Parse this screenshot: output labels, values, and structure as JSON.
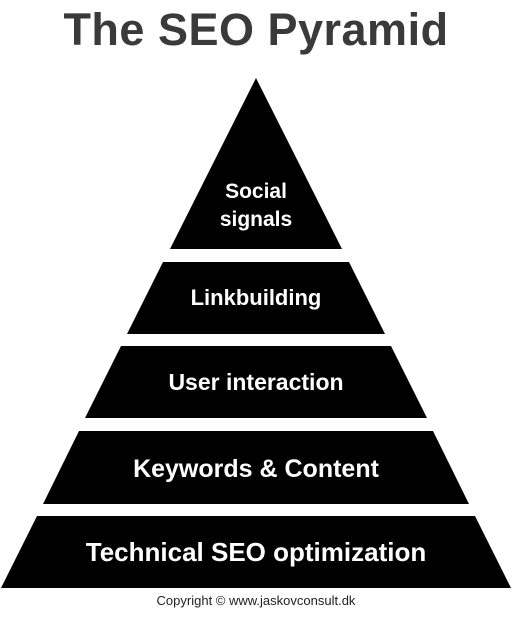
{
  "title": "The SEO Pyramid",
  "tiers": [
    {
      "id": "social-signals",
      "lines": [
        "Social",
        "signals"
      ]
    },
    {
      "id": "linkbuilding",
      "lines": [
        "Linkbuilding"
      ]
    },
    {
      "id": "user-interaction",
      "lines": [
        "User interaction"
      ]
    },
    {
      "id": "keywords-content",
      "lines": [
        "Keywords & Content"
      ]
    },
    {
      "id": "technical-seo",
      "lines": [
        "Technical SEO optimization"
      ]
    }
  ],
  "footer": "Copyright © www.jaskovconsult.dk",
  "colors": {
    "tier_fill": "#000000",
    "tier_text": "#ffffff",
    "title_text": "#3a3a3a",
    "background": "#ffffff"
  }
}
